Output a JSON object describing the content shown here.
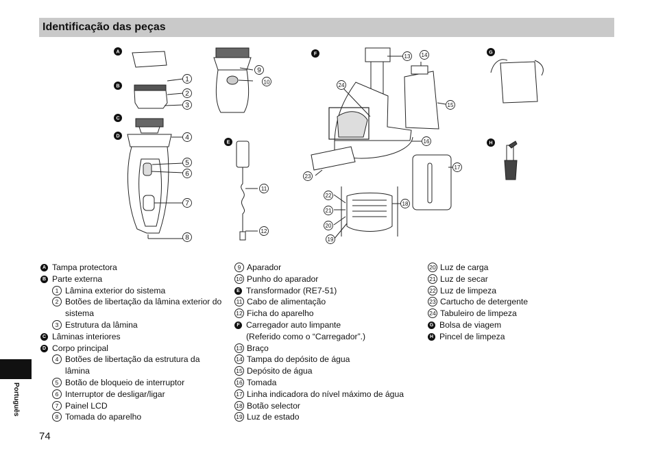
{
  "header": {
    "title": "Identificação das peças"
  },
  "figure_markers": {
    "A": "A",
    "B": "B",
    "C": "C",
    "D": "D",
    "E": "E",
    "F": "F",
    "G": "G",
    "H": "H",
    "n1": "1",
    "n2": "2",
    "n3": "3",
    "n4": "4",
    "n5": "5",
    "n6": "6",
    "n7": "7",
    "n8": "8",
    "n9": "9",
    "n10": "10",
    "n11": "11",
    "n12": "12",
    "n13": "13",
    "n14": "14",
    "n15": "15",
    "n16": "16",
    "n17": "17",
    "n18": "18",
    "n19": "19",
    "n20": "20",
    "n21": "21",
    "n22": "22",
    "n23": "23",
    "n24": "24"
  },
  "legend": {
    "col1": [
      {
        "badge": "A",
        "text": "Tampa protectora"
      },
      {
        "badge": "B",
        "text": "Parte externa"
      },
      {
        "num": "1",
        "text": "Lâmina exterior do sistema"
      },
      {
        "num": "2",
        "text": "Botões de libertação da lâmina exterior do"
      },
      {
        "cont": "sistema"
      },
      {
        "num": "3",
        "text": "Estrutura da lâmina"
      },
      {
        "badge": "C",
        "text": "Lâminas interiores"
      },
      {
        "badge": "D",
        "text": "Corpo principal"
      },
      {
        "num": "4",
        "text": "Botões de libertação da estrutura da"
      },
      {
        "cont": "lâmina"
      },
      {
        "num": "5",
        "text": "Botão de bloqueio de interruptor"
      },
      {
        "num": "6",
        "text": "Interruptor de desligar/ligar"
      },
      {
        "num": "7",
        "text": "Painel LCD"
      },
      {
        "num": "8",
        "text": "Tomada do aparelho"
      }
    ],
    "col2": [
      {
        "num": "9",
        "text": "Aparador"
      },
      {
        "num": "10",
        "text": "Punho do aparador"
      },
      {
        "badge": "E",
        "text": "Transformador (RE7-51)"
      },
      {
        "num": "11",
        "text": "Cabo de alimentação"
      },
      {
        "num": "12",
        "text": "Ficha do aparelho"
      },
      {
        "badge": "F",
        "text": "Carregador auto limpante"
      },
      {
        "cont2": "(Referido como o “Carregador”.)"
      },
      {
        "num": "13",
        "text": "Braço"
      },
      {
        "num": "14",
        "text": "Tampa do depósito de água"
      },
      {
        "num": "15",
        "text": "Depósito de água"
      },
      {
        "num": "16",
        "text": "Tomada"
      },
      {
        "num": "17",
        "text": "Linha indicadora do nível máximo de água"
      },
      {
        "num": "18",
        "text": "Botão selector"
      },
      {
        "num": "19",
        "text": "Luz de estado"
      }
    ],
    "col3": [
      {
        "num": "20",
        "text": "Luz de carga"
      },
      {
        "num": "21",
        "text": "Luz de secar"
      },
      {
        "num": "22",
        "text": "Luz de limpeza"
      },
      {
        "num": "23",
        "text": "Cartucho de detergente"
      },
      {
        "num": "24",
        "text": "Tabuleiro de limpeza"
      },
      {
        "badge": "G",
        "text": "Bolsa de viagem"
      },
      {
        "badge": "H",
        "text": "Pincel de limpeza"
      }
    ]
  },
  "side_tab": {
    "language": "Português"
  },
  "footer": {
    "page_number": "74"
  }
}
